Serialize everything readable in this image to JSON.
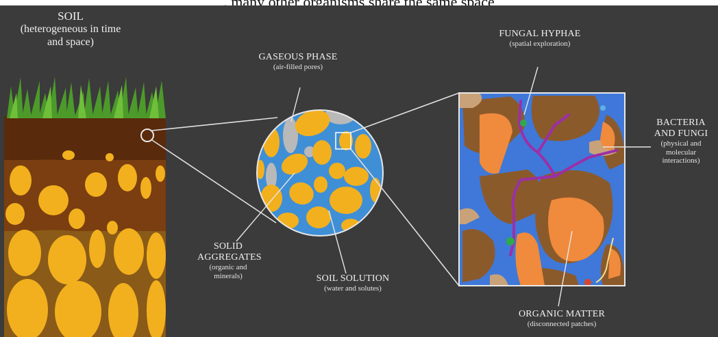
{
  "top_caption": ", many other organisms share the same space",
  "soil": {
    "title": "SOIL",
    "subtitle": "(heterogeneous in time and space)"
  },
  "labels": {
    "gaseous": {
      "title": "GASEOUS PHASE",
      "sub": "(air-filled pores)"
    },
    "solid": {
      "title": "SOLID AGGREGATES",
      "sub": "(organic and minerals)"
    },
    "solution": {
      "title": "SOIL SOLUTION",
      "sub": "(water and solutes)"
    },
    "fungal": {
      "title": "FUNGAL HYPHAE",
      "sub": "(spatial exploration)"
    },
    "bacteria": {
      "title": "BACTERIA AND FUNGI",
      "sub": "(physical and molecular interactions)"
    },
    "organic": {
      "title": "ORGANIC MATTER",
      "sub": "(disconnected patches)"
    }
  },
  "colors": {
    "background": "#3b3b3b",
    "grass": "#4c9a2a",
    "topsoil": "#5a2a0c",
    "subsoil": "#7a3e10",
    "deep_soil": "#8a5a18",
    "aggregate": "#f2b01e",
    "water": "#3f8fd6",
    "air": "#b9b9b9",
    "organic_matter": "#f08a3c",
    "aggregate_brown": "#8b5a2b",
    "hyphae": "#9b2fa8",
    "bacteria_green": "#2faa4a",
    "line": "#e8e8e8"
  }
}
